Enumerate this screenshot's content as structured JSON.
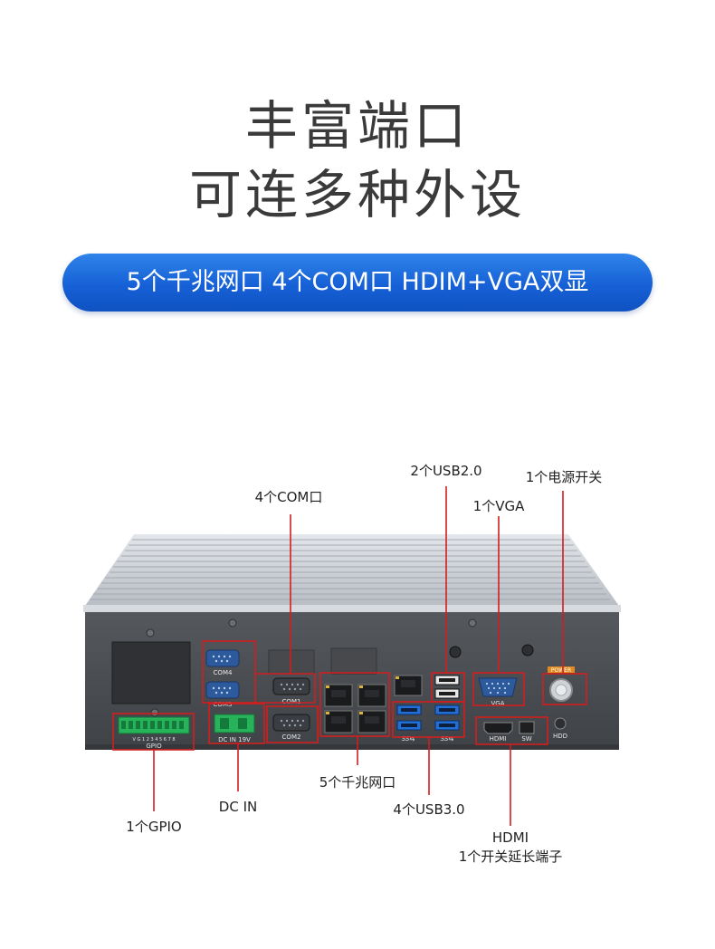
{
  "headline": {
    "line1": "丰富端口",
    "line2": "可连多种外设"
  },
  "banner": {
    "text": "5个千兆网口 4个COM口 HDIM+VGA双显"
  },
  "callouts": {
    "com": "4个COM口",
    "usb2": "2个USB2.0",
    "vga": "1个VGA",
    "power": "1个电源开关",
    "gpio": "1个GPIO",
    "dcin": "DC IN",
    "lan": "5个千兆网口",
    "usb3": "4个USB3.0",
    "hdmi_line1": "HDMI",
    "hdmi_line2": "1个开关延长端子"
  },
  "panel_labels": {
    "com4": "COM4",
    "com3": "COM3",
    "com1": "COM1",
    "com2": "COM2",
    "gpio": "GPIO",
    "gpio_pins": "V G 1 2 3 4 5 6 7 8",
    "dcin": "DC IN 19V",
    "vga": "VGA",
    "power": "POWER",
    "hdmi": "HDMI",
    "sw": "SW",
    "hdd": "HDD",
    "ss1": "SS⇆",
    "ss2": "SS⇆"
  },
  "colors": {
    "highlight": "#d21e1e",
    "banner": "#1a66da",
    "chassis": "#4a4d52",
    "chassis_top": "#c9cdd2",
    "db9": "#2d5a9c",
    "gpio": "#27b35a"
  }
}
